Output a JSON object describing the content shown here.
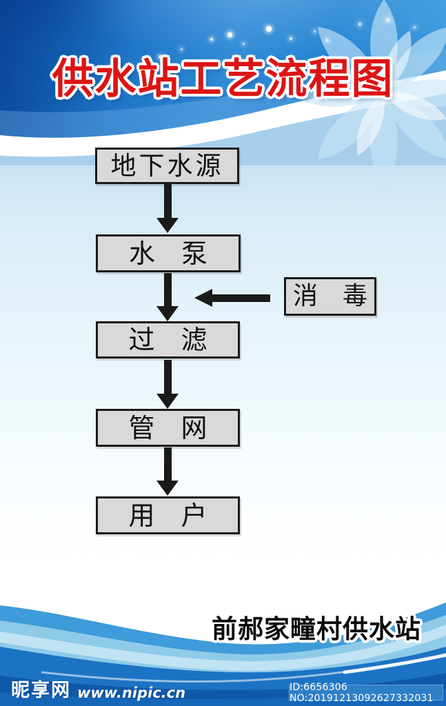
{
  "poster": {
    "title": "供水站工艺流程图",
    "title_color": "#dc1414",
    "station_name": "前郝家疃村供水站"
  },
  "flowchart": {
    "nodes": [
      {
        "id": "groundwater-source",
        "label": "地下水源"
      },
      {
        "id": "water-pump",
        "label": "水　泵"
      },
      {
        "id": "filtration",
        "label": "过　滤"
      },
      {
        "id": "pipe-network",
        "label": "管　网"
      },
      {
        "id": "users",
        "label": "用　户"
      }
    ],
    "side_node": {
      "id": "disinfection",
      "label": "消　毒"
    },
    "box_fill": "#d9d9d9",
    "box_border": "#1a1a1a",
    "arrow_color": "#1a1a1a"
  },
  "watermark": {
    "site_name": "昵享网",
    "site_url": "www.nipic.cn",
    "id_text": "ID:6656306 NO:20191213092627332031"
  },
  "colors": {
    "header_blue_dark": "#0a4ea6",
    "header_blue_light": "#45a0e0",
    "body_top": "#a7cfeb",
    "wave_medium": "#3f9bd9",
    "wave_light": "#8ecbe9",
    "wave_deep": "#1c73c4",
    "wave_darkest": "#0f57a8",
    "id_badge_bg": "#2f7fc6"
  }
}
